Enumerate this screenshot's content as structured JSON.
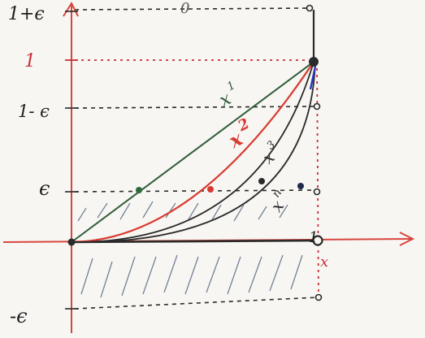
{
  "labels": {
    "one_plus_eps": "1+ϵ",
    "one": "1",
    "one_minus_eps": "1- ϵ",
    "eps": "ϵ",
    "minus_eps": "-ϵ",
    "x_axis_letter": "x",
    "one_at_axis": "1",
    "top_mark": "0"
  },
  "curves": {
    "x1": "x",
    "x1_exp": "1",
    "x2": "x",
    "x2_exp": "2",
    "x3": "x",
    "x3_exp": "3",
    "xn": "x",
    "xn_exp": "n"
  },
  "colors": {
    "axis": "#d9453f",
    "dotted_red": "#c7303a",
    "dotted_black": "#2a2a2a",
    "curve_x1": "#2f5c3a",
    "curve_x2": "#d83a30",
    "curve_x3": "#2b2b2b",
    "curve_xn": "#2b2b2b",
    "hatch": "#4a5a7a",
    "blue_mark": "#2b39c2"
  }
}
